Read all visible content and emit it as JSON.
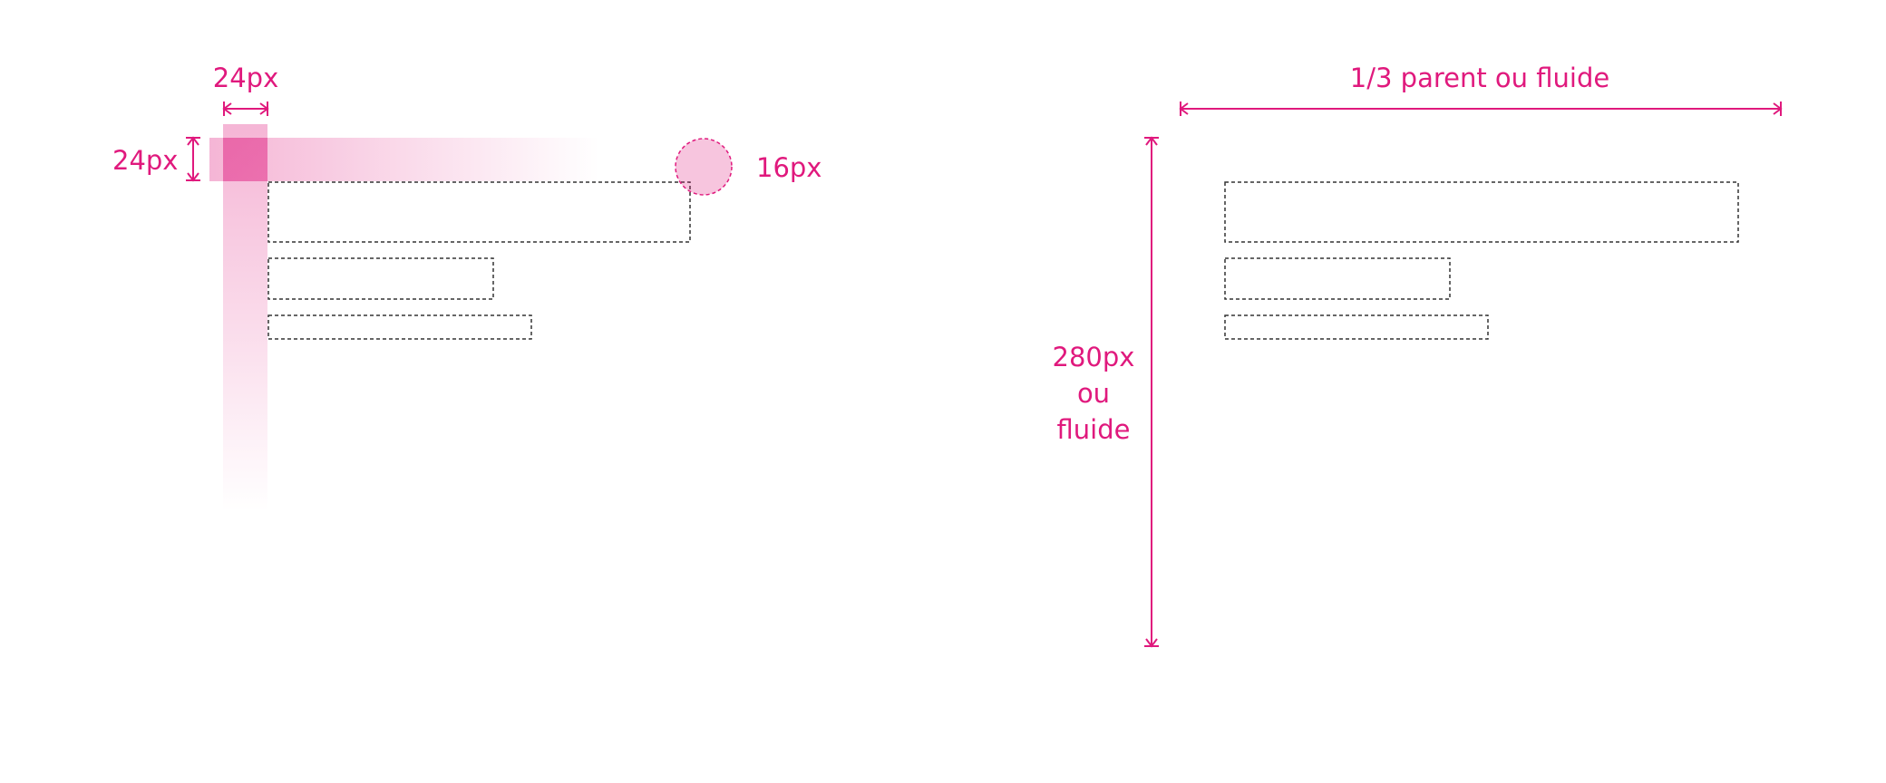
{
  "accent_color": "#E0197D",
  "left_diagram": {
    "padding_horizontal_label": "24px",
    "padding_vertical_label": "24px",
    "badge_size_label": "16px"
  },
  "right_diagram": {
    "width_label": "1/3 parent ou fluide",
    "height_label_lines": [
      "280px",
      "ou",
      "fluide"
    ]
  }
}
